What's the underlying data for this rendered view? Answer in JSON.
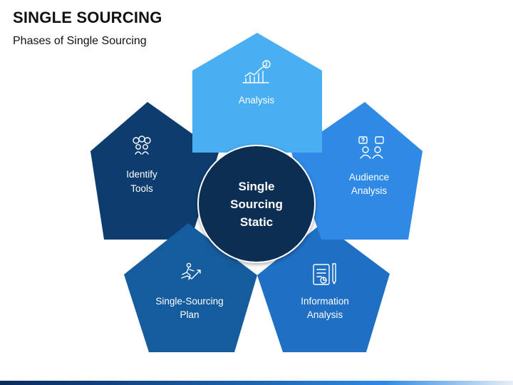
{
  "header": {
    "title": "SINGLE SOURCING",
    "subtitle": "Phases of Single Sourcing"
  },
  "center": {
    "line1": "Single",
    "line2": "Sourcing",
    "line3": "Static",
    "color": "#0e2d52"
  },
  "phases": [
    {
      "name": "analysis",
      "line1": "Analysis",
      "line2": "",
      "icon": "growth-chart-icon",
      "color": "#4aaef2"
    },
    {
      "name": "audience-analysis",
      "line1": "Audience",
      "line2": "Analysis",
      "icon": "audience-icon",
      "color": "#2f8ae6"
    },
    {
      "name": "information-analysis",
      "line1": "Information",
      "line2": "Analysis",
      "icon": "clipboard-report-icon",
      "color": "#1f6fc4"
    },
    {
      "name": "single-sourcing-plan",
      "line1": "Single-Sourcing",
      "line2": "Plan",
      "icon": "running-man-arrow-icon",
      "color": "#155c9e"
    },
    {
      "name": "identify-tools",
      "line1": "Identify",
      "line2": "Tools",
      "icon": "brainstorm-team-icon",
      "color": "#0d3c6e"
    }
  ]
}
